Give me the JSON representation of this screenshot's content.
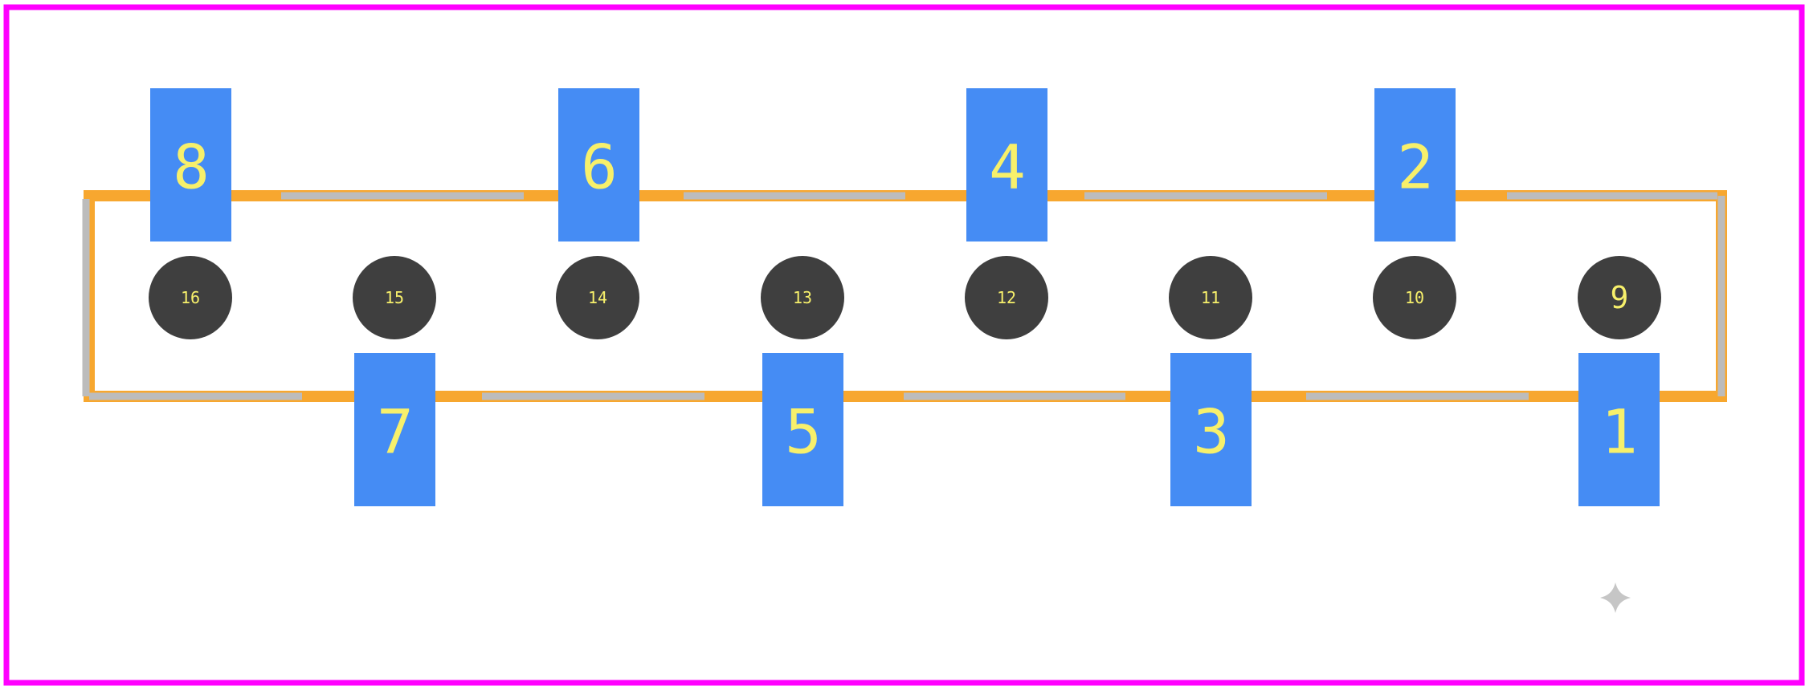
{
  "colors": {
    "background": "#ffffff",
    "courtyard": "#ff00ff",
    "body_outline": "#f7a72f",
    "silkscreen": "#bcbcbc",
    "smd_pad": "#458cf4",
    "through_hole": "#3f3f3f",
    "pad_text": "#f7f06b",
    "origin_marker": "#c6c6c6"
  },
  "pads": {
    "top_row": [
      {
        "label": "8"
      },
      {
        "label": "6"
      },
      {
        "label": "4"
      },
      {
        "label": "2"
      }
    ],
    "bottom_row": [
      {
        "label": "7"
      },
      {
        "label": "5"
      },
      {
        "label": "3"
      },
      {
        "label": "1"
      }
    ]
  },
  "holes": [
    {
      "label": "16"
    },
    {
      "label": "15"
    },
    {
      "label": "14"
    },
    {
      "label": "13"
    },
    {
      "label": "12"
    },
    {
      "label": "11"
    },
    {
      "label": "10"
    },
    {
      "label": "9"
    }
  ]
}
